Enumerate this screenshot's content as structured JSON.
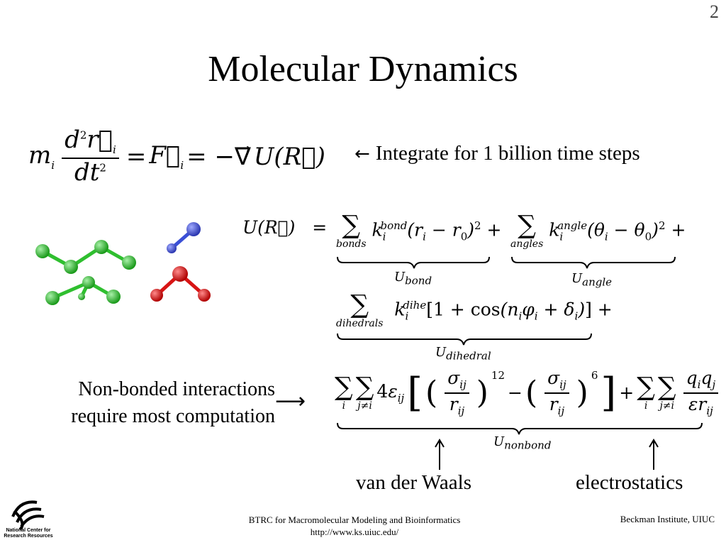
{
  "slide": {
    "page_number": "2",
    "title": "Molecular Dynamics"
  },
  "annotations": {
    "integrate_arrow": "←",
    "integrate_text": "Integrate for 1 billion time steps",
    "nonbonded_line1": "Non-bonded interactions",
    "nonbonded_line2": "require most computation",
    "nonbonded_arrow": "⟶",
    "vdw_label": "van der Waals",
    "electrostatics_label": "electrostatics"
  },
  "equation": {
    "sum_bonds": "bonds",
    "sum_angles": "angles",
    "sum_dihedrals": "dihedrals",
    "sum_i": "i",
    "sum_j": "j≠i",
    "u_bond": "bond",
    "u_angle": "angle",
    "u_dihedral": "dihedral",
    "u_nonbond": "nonbond",
    "lj_exp_12": "12",
    "lj_exp_6": "6"
  },
  "footer": {
    "center_line1": "BTRC for Macromolecular Modeling and Bioinformatics",
    "center_line2": "http://www.ks.uiuc.edu/",
    "right": "Beckman Institute, UIUC",
    "logo_text": "National Center for Research Resources"
  },
  "colors": {
    "carbon_green": "#2fbf2f",
    "nitrogen_blue": "#3a4fd6",
    "oxygen_red": "#d81414"
  }
}
